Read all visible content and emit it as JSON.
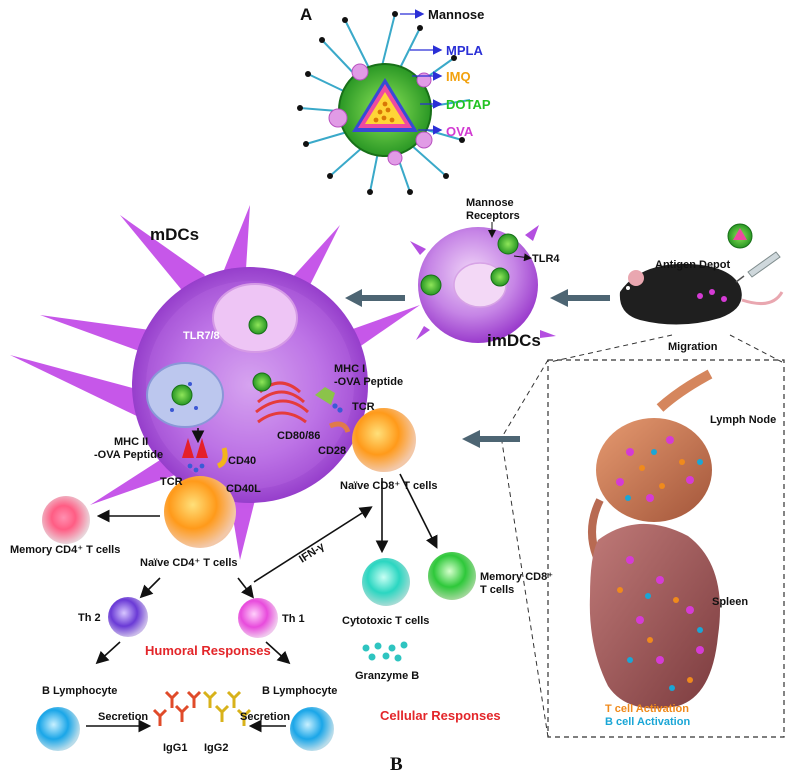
{
  "panel_a": {
    "letter": "A",
    "labels": [
      {
        "text": "Mannose",
        "color": "#111111"
      },
      {
        "text": "MPLA",
        "color": "#2a2fd6"
      },
      {
        "text": "IMQ",
        "color": "#f2a10d"
      },
      {
        "text": "DOTAP",
        "color": "#22c322"
      },
      {
        "text": "OVA",
        "color": "#d23bd2"
      }
    ]
  },
  "cells": {
    "mdcs": "mDCs",
    "imdcs": "imDCs",
    "mannose_receptors_line1": "Mannose",
    "mannose_receptors_line2": "Receptors",
    "tlr4": "TLR4",
    "tlr78": "TLR7/8",
    "mhc1_line1": "MHC I",
    "mhc1_line2": "-OVA Peptide",
    "mhc2_line1": "MHC II",
    "mhc2_line2": "-OVA Peptide",
    "tcr_cd8": "TCR",
    "tcr_cd4": "TCR",
    "cd8086": "CD80/86",
    "cd28": "CD28",
    "cd40": "CD40",
    "cd40l": "CD40L",
    "naive_cd8": "Naïve CD8⁺ T cells",
    "naive_cd4": "Naïve CD4⁺ T cells",
    "memory_cd4": "Memory CD4⁺  T cells",
    "memory_cd8_line1": "Memory CD8⁺",
    "memory_cd8_line2": "T cells",
    "cytotoxic": "Cytotoxic T cells",
    "ifn": "IFN-γ",
    "th2": "Th 2",
    "th1": "Th 1",
    "b_lymph_left": "B Lymphocyte",
    "b_lymph_right": "B Lymphocyte",
    "granzyme": "Granzyme B",
    "secretion_left": "Secretion",
    "secretion_right": "Secretion",
    "igg1": "IgG1",
    "igg2": "IgG2",
    "humoral": "Humoral Responses",
    "cellular": "Cellular Responses"
  },
  "mouse": {
    "antigen_depot": "Antigen Depot",
    "migration": "Migration"
  },
  "inset": {
    "lymph_node": "Lymph Node",
    "spleen": "Spleen",
    "t_activation": "T cell Activation",
    "b_activation": "B cell Activation"
  },
  "figure_label": "B",
  "colors": {
    "accent_red": "#e3262a",
    "t_cell_orange": "#f08a1c",
    "b_cell_blue": "#1aa6d6",
    "dc_purple": "#b24be0"
  }
}
